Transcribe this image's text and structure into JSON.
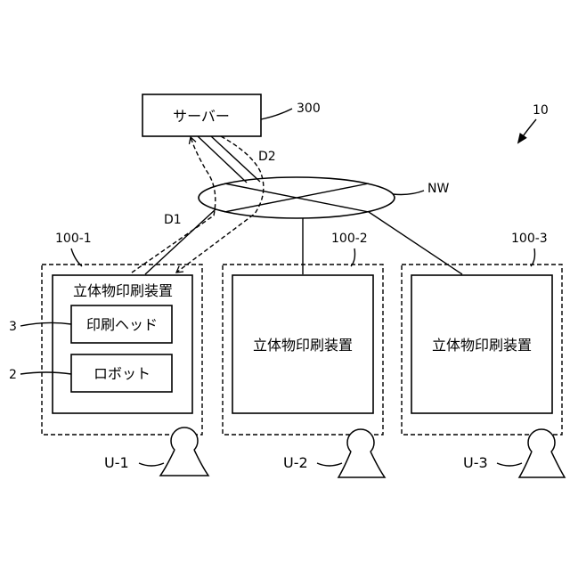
{
  "figure_ref": "10",
  "server": {
    "label": "サーバー",
    "ref": "300"
  },
  "network": {
    "ref": "NW"
  },
  "data_flows": {
    "d1": "D1",
    "d2": "D2"
  },
  "printers": [
    {
      "ref": "100-1",
      "label": "立体物印刷装置",
      "head_label": "印刷ヘッド",
      "robot_label": "ロボット"
    },
    {
      "ref": "100-2",
      "label": "立体物印刷装置"
    },
    {
      "ref": "100-3",
      "label": "立体物印刷装置"
    }
  ],
  "component_refs": {
    "head": "3",
    "robot": "2"
  },
  "users": [
    "U-1",
    "U-2",
    "U-3"
  ]
}
